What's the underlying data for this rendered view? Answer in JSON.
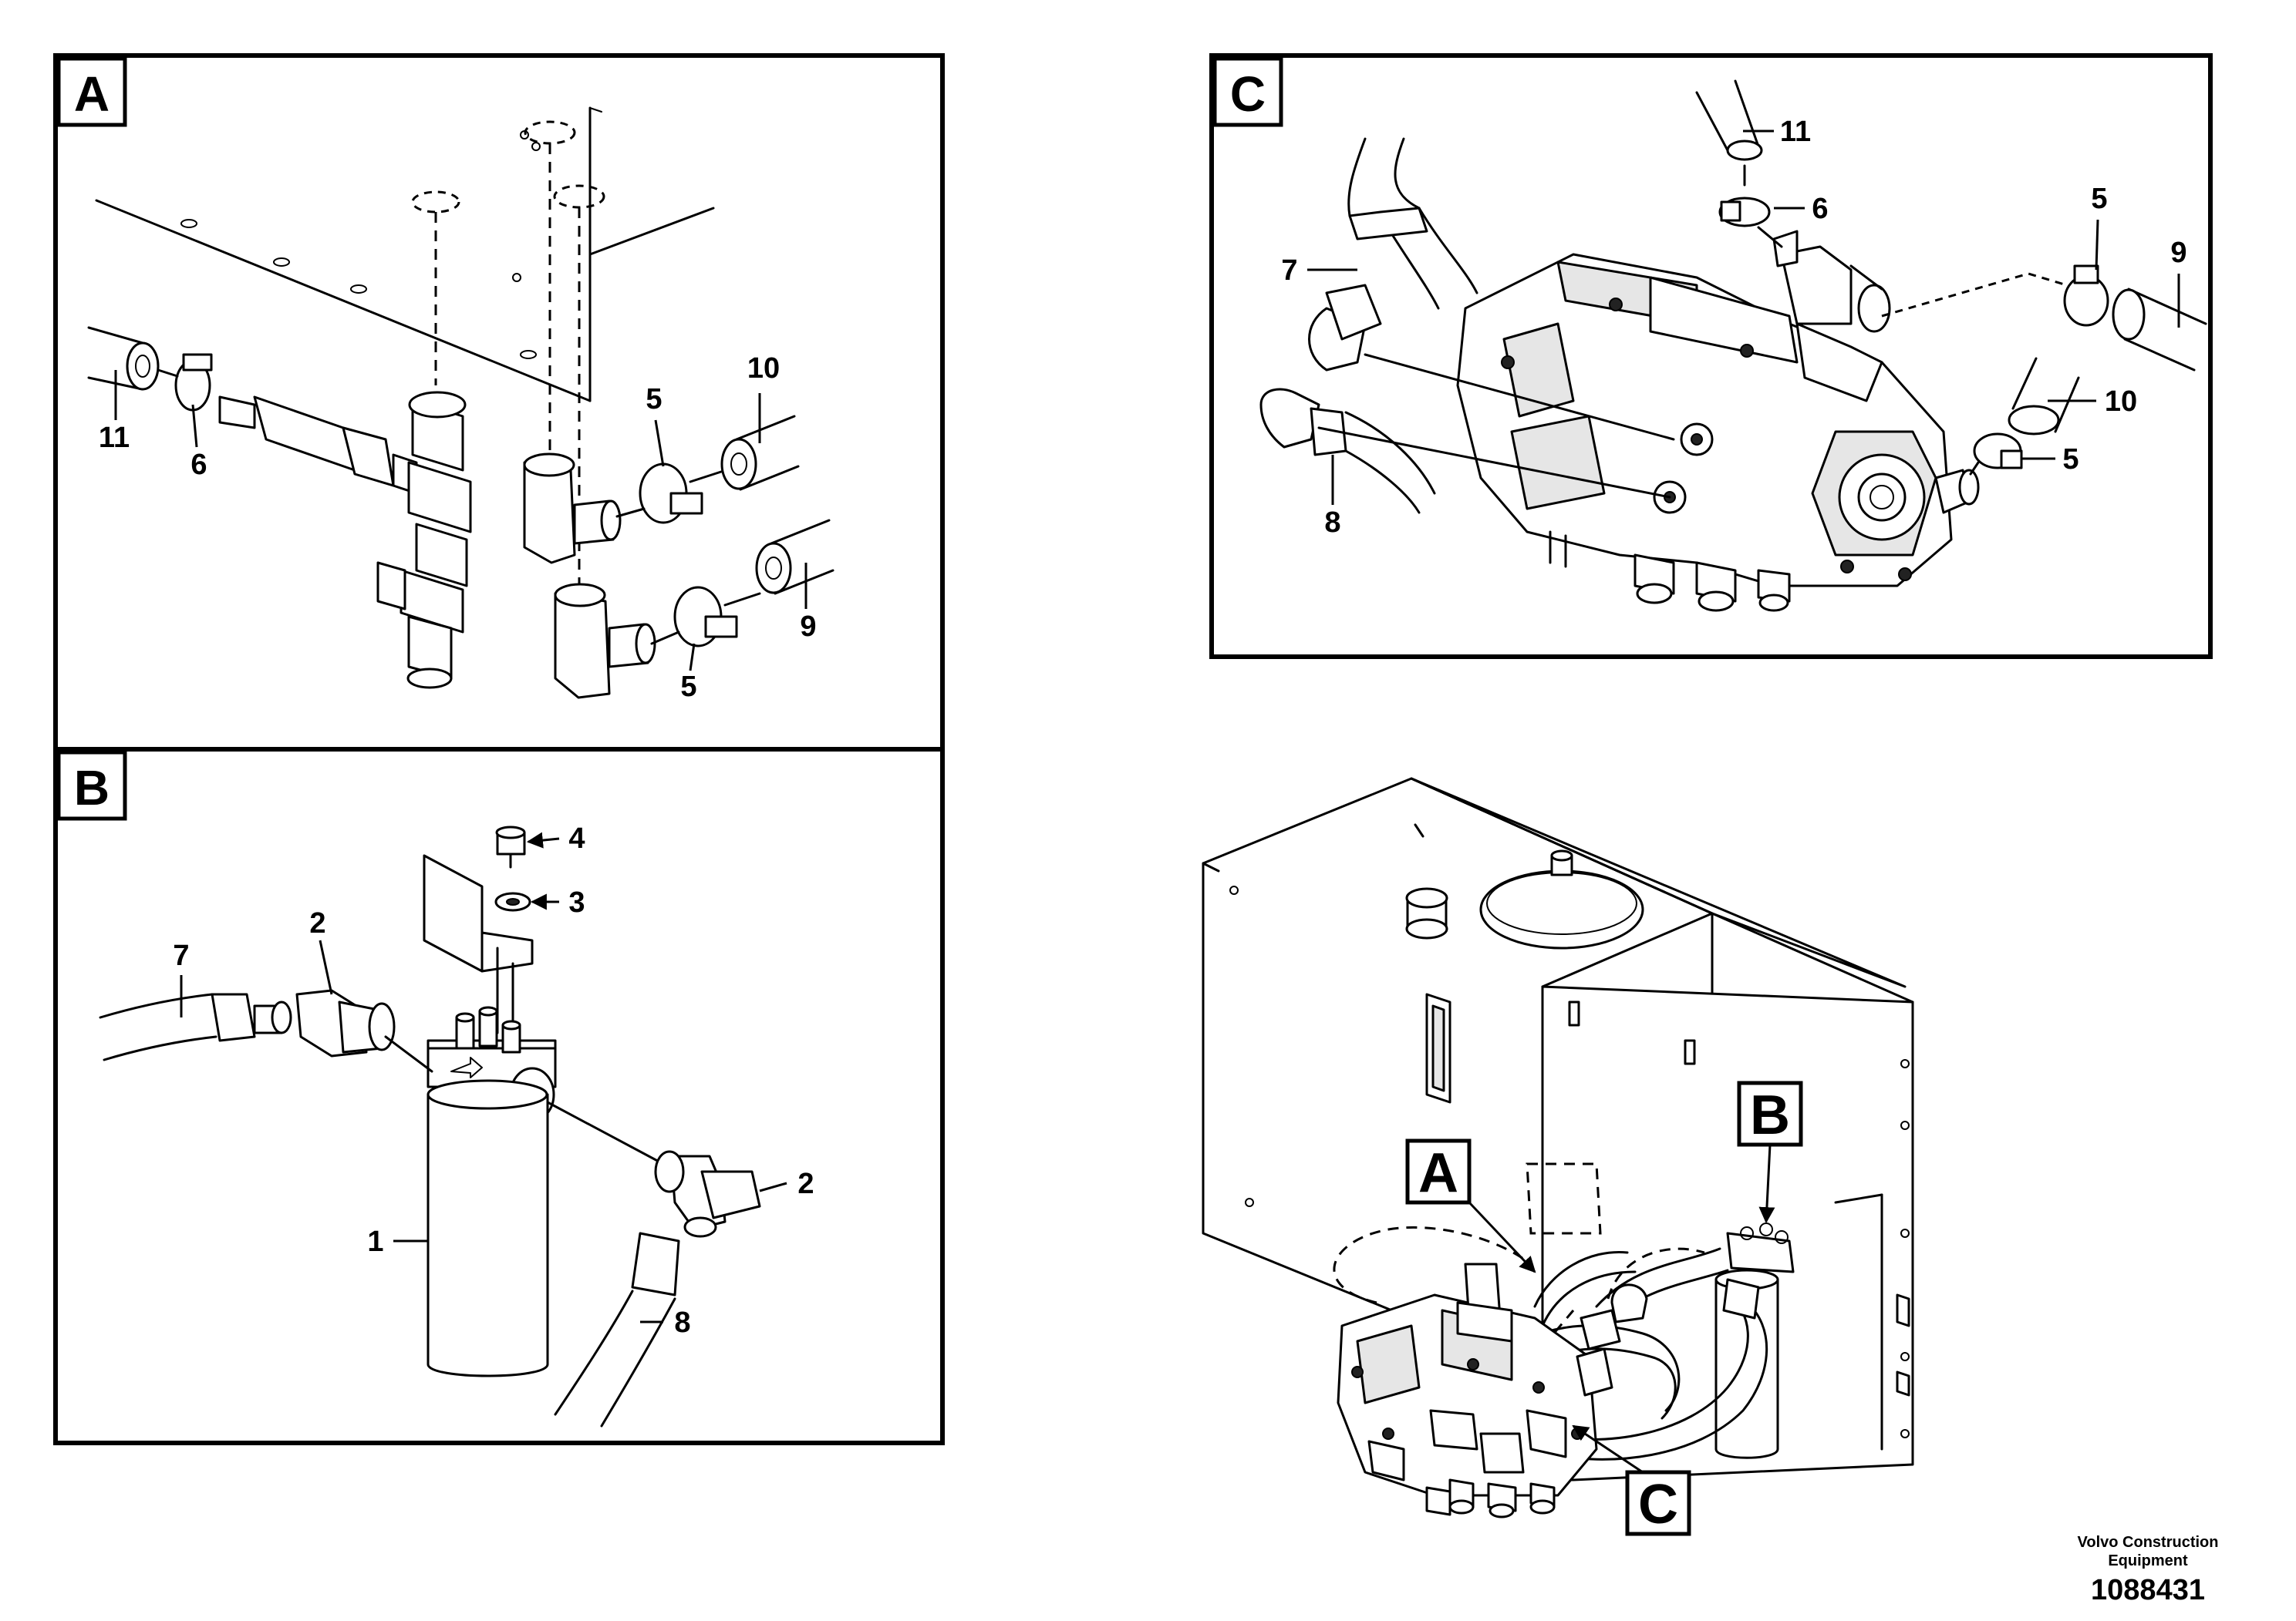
{
  "panels": {
    "a": {
      "letter": "A"
    },
    "b": {
      "letter": "B"
    },
    "c": {
      "letter": "C"
    }
  },
  "callouts": {
    "a": {
      "c11": "11",
      "c6": "6",
      "c10": "10",
      "c5_top": "5",
      "c9": "9",
      "c5_bottom": "5"
    },
    "b": {
      "c4": "4",
      "c3": "3",
      "c2_top": "2",
      "c7": "7",
      "c2_right": "2",
      "c1": "1",
      "c8": "8"
    },
    "c": {
      "c11": "11",
      "c6": "6",
      "c7": "7",
      "c5_top": "5",
      "c9": "9",
      "c10": "10",
      "c5_right": "5",
      "c8": "8"
    }
  },
  "overview_tags": {
    "a": "A",
    "b": "B",
    "c": "C"
  },
  "footer": {
    "manufacturer_line1": "Volvo Construction",
    "manufacturer_line2": "Equipment",
    "document_number": "1088431"
  }
}
